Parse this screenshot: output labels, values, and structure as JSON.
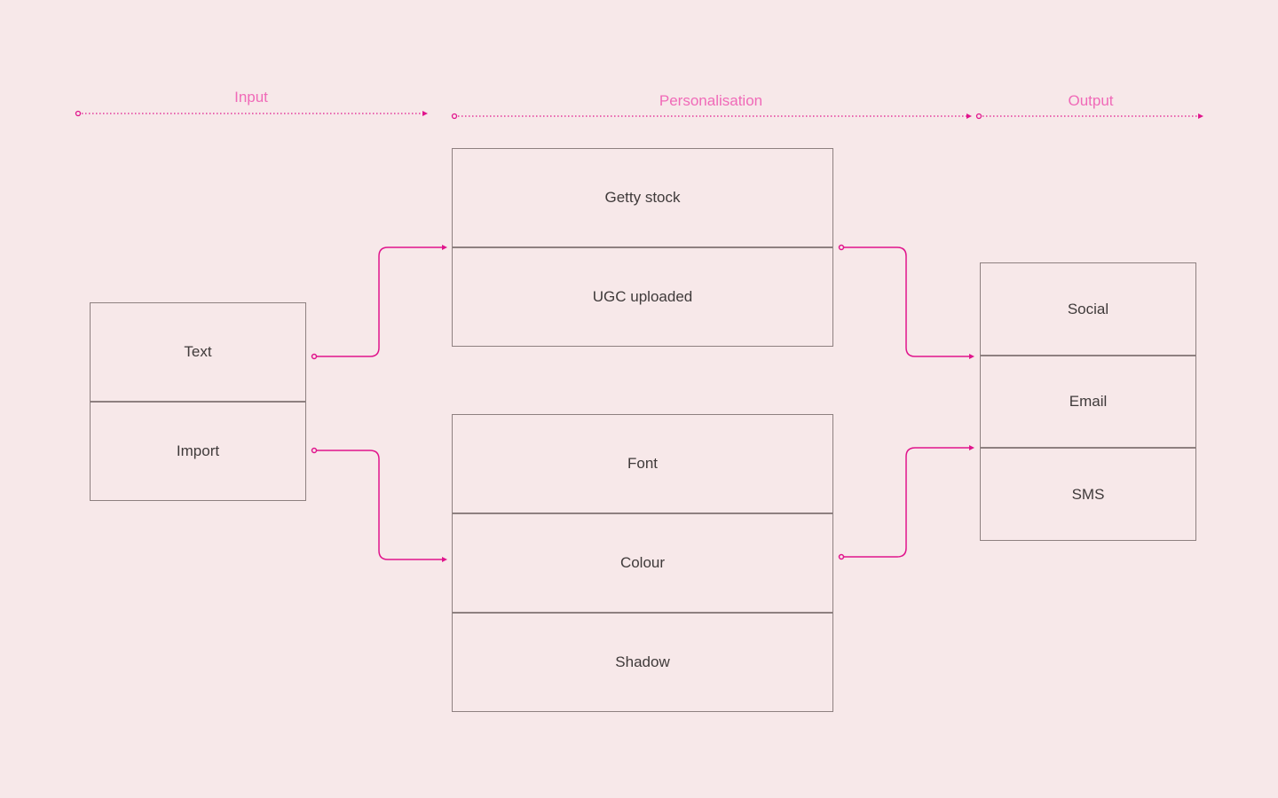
{
  "colors": {
    "background": "#f7e8e9",
    "accent": "#e0148c",
    "label": "#f06ab8",
    "border": "#8e8080",
    "text": "#3f3a3a"
  },
  "stages": {
    "input": "Input",
    "personalisation": "Personalisation",
    "output": "Output"
  },
  "input_box": {
    "items": [
      "Text",
      "Import"
    ]
  },
  "media_box": {
    "items": [
      "Getty stock",
      "UGC uploaded"
    ]
  },
  "style_box": {
    "items": [
      "Font",
      "Colour",
      "Shadow"
    ]
  },
  "output_box": {
    "items": [
      "Social",
      "Email",
      "SMS"
    ]
  }
}
